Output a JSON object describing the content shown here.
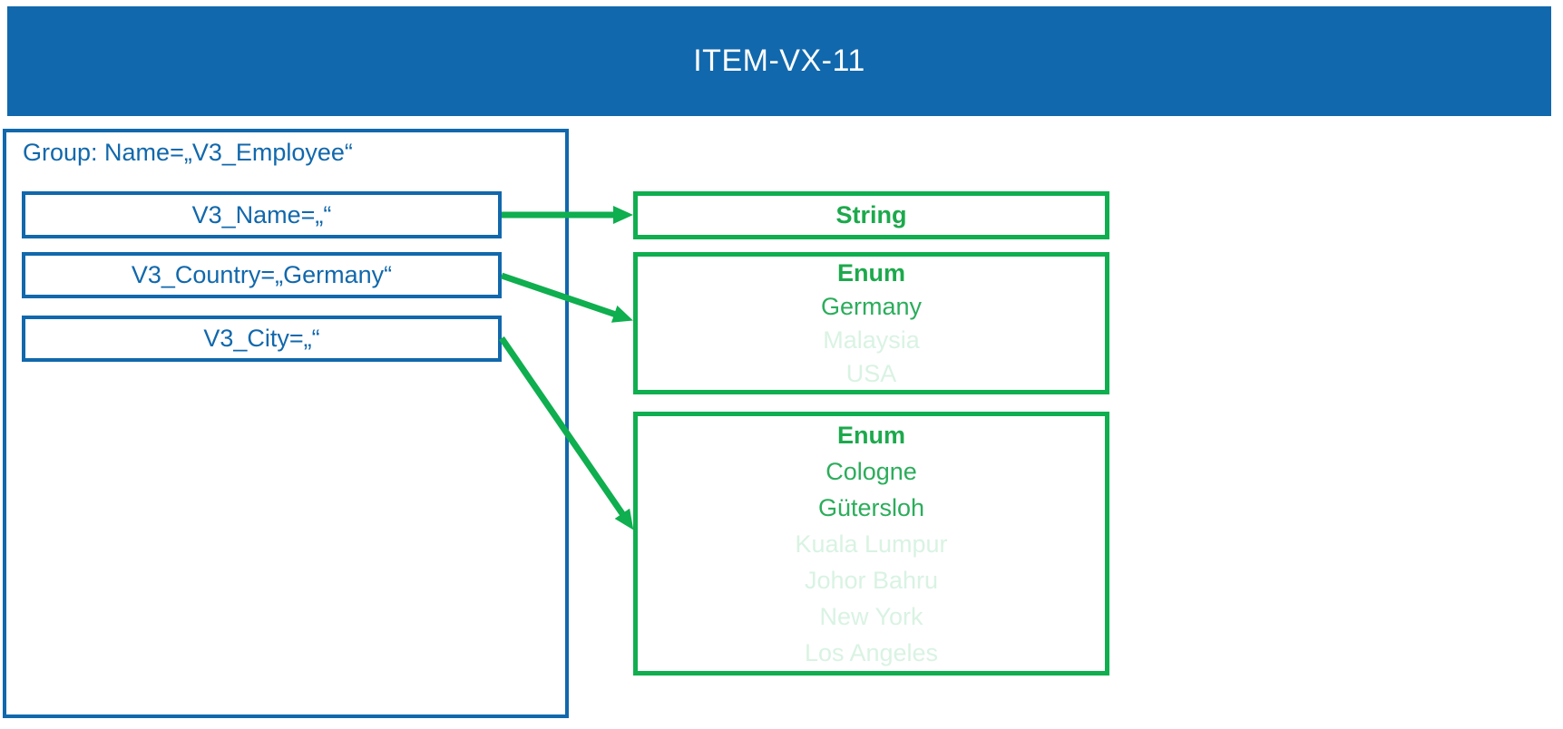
{
  "header": {
    "title": "ITEM-VX-11"
  },
  "group": {
    "label": "Group: Name=„V3_Employee“",
    "fields": [
      {
        "label": "V3_Name=„“"
      },
      {
        "label": "V3_Country=„Germany“"
      },
      {
        "label": "V3_City=„“"
      }
    ]
  },
  "types": [
    {
      "title": "String",
      "options": []
    },
    {
      "title": "Enum",
      "options": [
        {
          "label": "Germany",
          "selected": true
        },
        {
          "label": "Malaysia",
          "selected": false
        },
        {
          "label": "USA",
          "selected": false
        }
      ]
    },
    {
      "title": "Enum",
      "options": [
        {
          "label": "Cologne",
          "selected": true
        },
        {
          "label": "Gütersloh",
          "selected": true
        },
        {
          "label": "Kuala Lumpur",
          "selected": false
        },
        {
          "label": "Johor Bahru",
          "selected": false
        },
        {
          "label": "New York",
          "selected": false
        },
        {
          "label": "Los Angeles",
          "selected": false
        }
      ]
    }
  ],
  "colors": {
    "banner_blue": "#1168AC",
    "border_blue": "#1168AC",
    "text_blue": "#1168AC",
    "green_border": "#0FAE4F",
    "green_title": "#1CA94C",
    "green_option": "#2BAD5B",
    "green_option_faded": "#D9F3E3",
    "title_text": "#FFFFFF"
  }
}
